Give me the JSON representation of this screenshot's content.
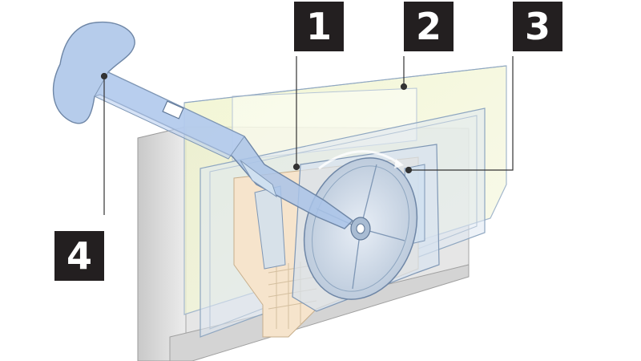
{
  "diagram": {
    "callouts": [
      {
        "id": "1",
        "label": "1"
      },
      {
        "id": "2",
        "label": "2"
      },
      {
        "id": "3",
        "label": "3"
      },
      {
        "id": "4",
        "label": "4"
      }
    ],
    "colors": {
      "glass_blue": "#cfe0f0",
      "tool_blue": "#a9c3e8",
      "outline": "#7f97b5",
      "paper_tan": "#f6e4cc",
      "frame_grey": "#d8d8d8",
      "callout_bg": "#231f20",
      "callout_text": "#ffffff",
      "leader_line": "#333333",
      "yellow_tint": "#eef3c6"
    },
    "icons": {
      "tool": "t-handle-key-icon",
      "mechanism": "gear-wheel-icon"
    }
  }
}
